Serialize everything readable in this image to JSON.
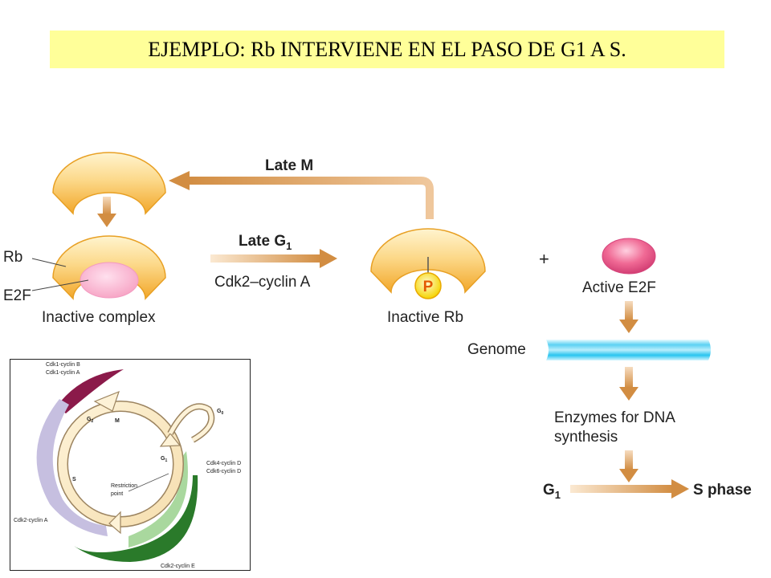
{
  "slide": {
    "title": "EJEMPLO: Rb INTERVIENE EN EL PASO DE G1 A S."
  },
  "pathway": {
    "late_m": "Late M",
    "late_g1": "Late G",
    "late_g1_sub": "1",
    "cdk2_cyclin_a": "Cdk2–cyclin A",
    "rb": "Rb",
    "e2f": "E2F",
    "inactive_complex": "Inactive complex",
    "p": "P",
    "inactive_rb": "Inactive Rb",
    "plus": "+",
    "active_e2f": "Active E2F",
    "genome": "Genome",
    "enzymes_line1": "Enzymes for DNA",
    "enzymes_line2": "synthesis",
    "g1": "G",
    "g1_sub": "1",
    "s_phase": "S phase"
  },
  "cycle": {
    "cdk1_cyclin_b": "Cdk1-cyclin B",
    "cdk1_cyclin_a": "Cdk1-cyclin A",
    "g2": "G",
    "g2_sub": "2",
    "m": "M",
    "g0": "G",
    "g0_sub": "0",
    "g1": "G",
    "g1_sub": "1",
    "s": "S",
    "cdk4_cyclin_d": "Cdk4-cyclin D",
    "cdk6_cyclin_d": "Cdk6-cyclin D",
    "restriction_line1": "Restriction",
    "restriction_line2": "point",
    "cdk2_cyclin_a": "Cdk2-cyclin A",
    "cdk2_cyclin_e": "Cdk2-cyclin E"
  },
  "colors": {
    "title_bg": "#ffff99",
    "rb_orange": "#f7b733",
    "e2f_pink": "#f06a95",
    "genome_blue": "#29c4ef",
    "arrow_tan": "#d28d42",
    "cyclin_b": "#8b1a4a",
    "cyclin_a_lav": "#c6bfe0",
    "cyclin_d_green": "#a9d89e",
    "cyclin_e_green": "#2a7a2a"
  }
}
